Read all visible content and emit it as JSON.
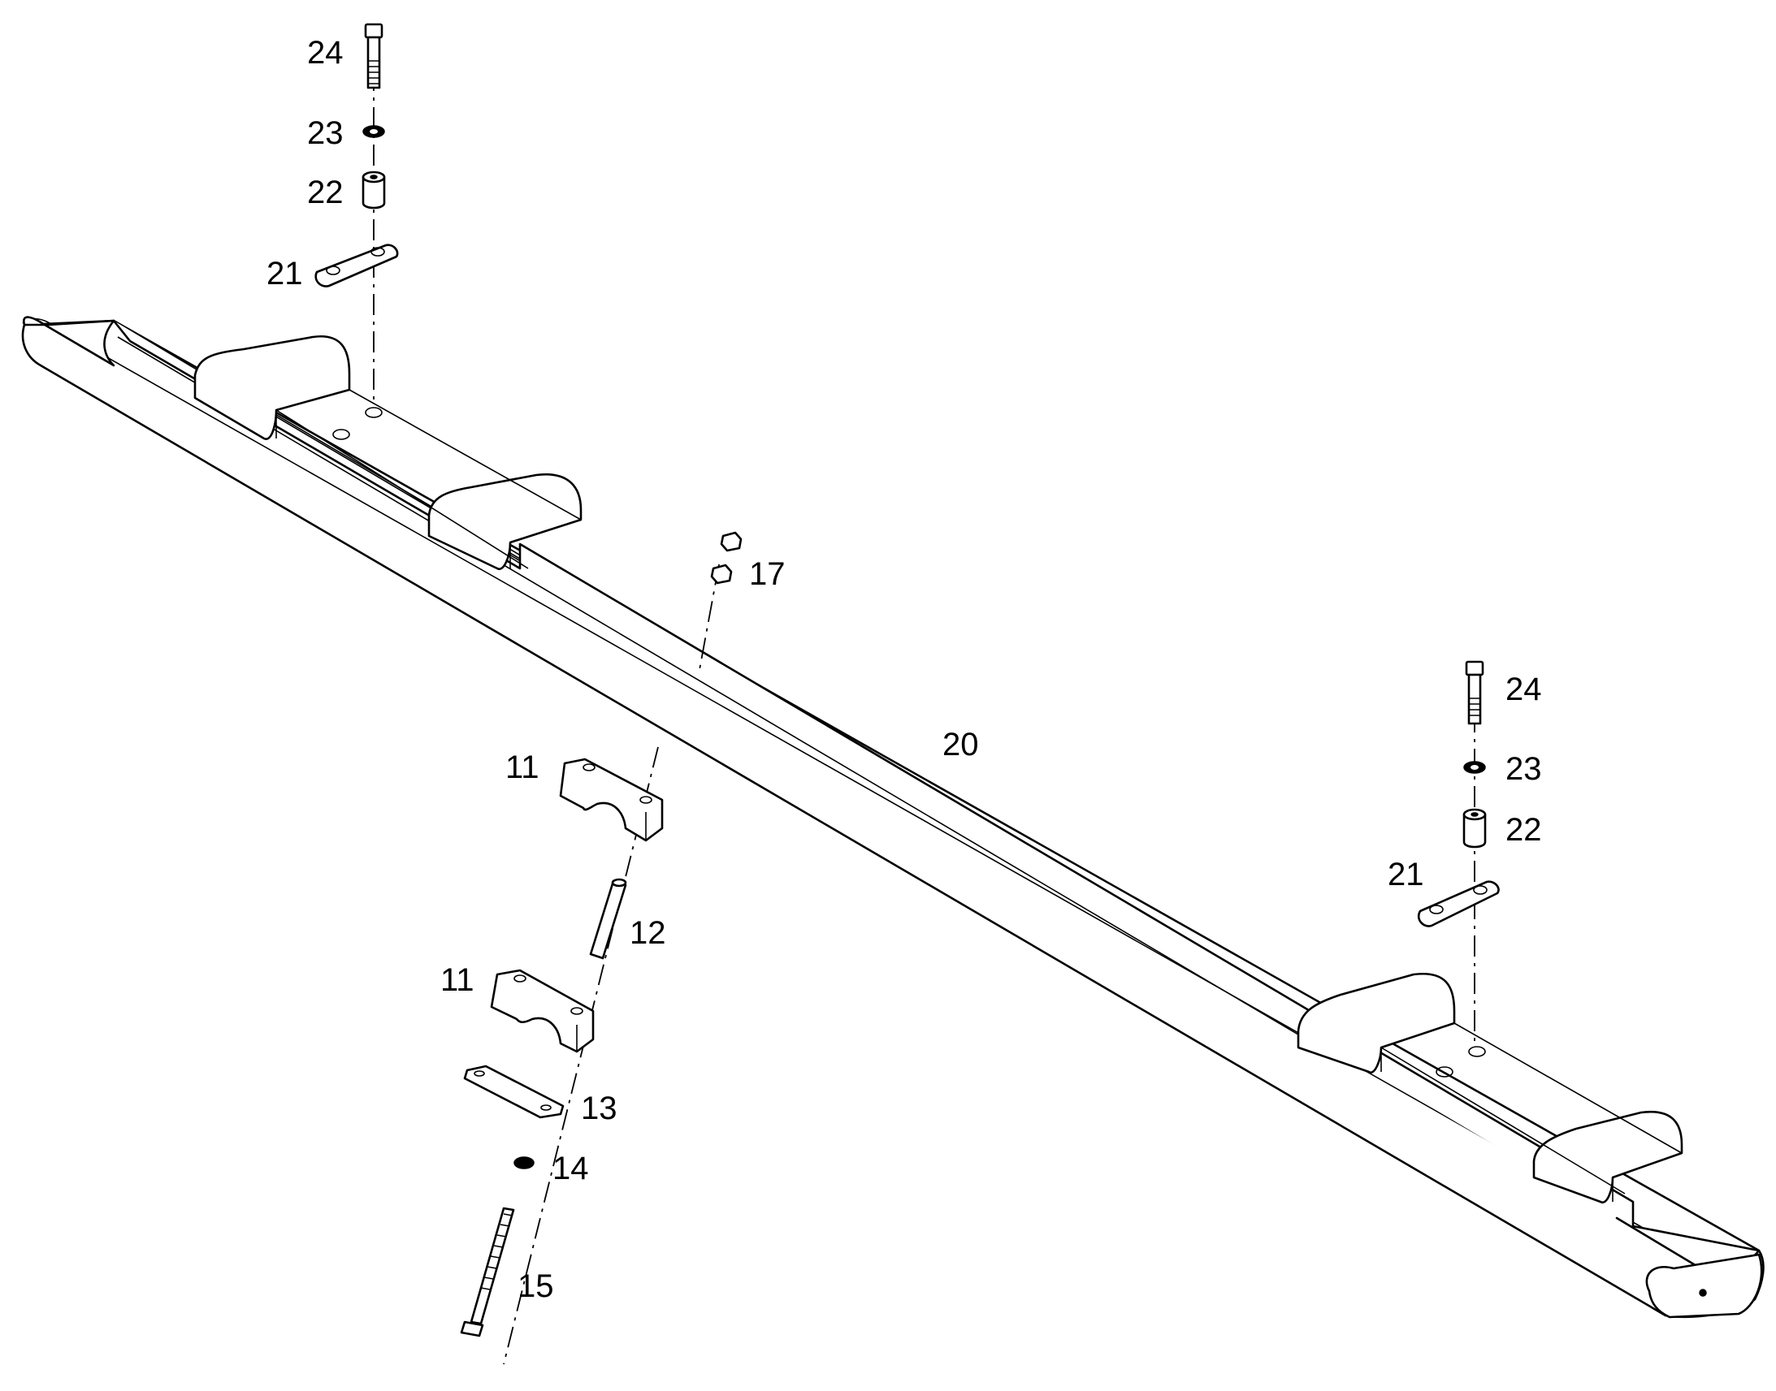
{
  "labels": {
    "bolt_top_left": "24",
    "washer_top_left": "23",
    "spacer_top_left": "22",
    "plate_top_left": "21",
    "nut_center": "17",
    "rail_main": "20",
    "clamp_upper": "11",
    "pin": "12",
    "clamp_lower": "11",
    "plate_bottom": "13",
    "washer_bottom": "14",
    "bolt_long": "15",
    "bolt_right": "24",
    "washer_right": "23",
    "spacer_right": "22",
    "plate_right": "21"
  },
  "colors": {
    "line": "#000000",
    "background": "#ffffff"
  }
}
